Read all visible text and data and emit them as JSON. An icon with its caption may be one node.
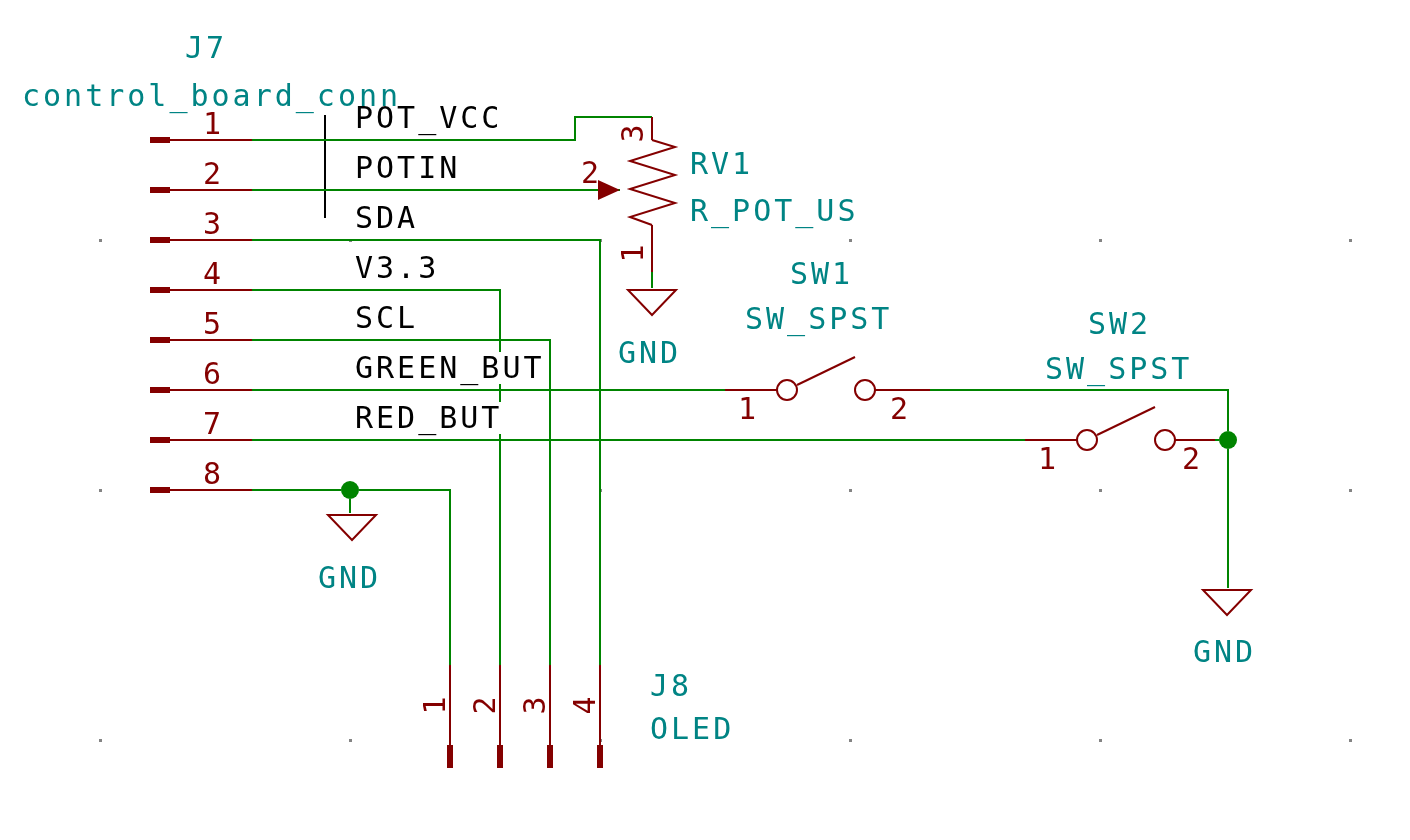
{
  "diagram": {
    "nodes": [
      {
        "text": [
          "J7",
          "control_board_conn",
          "1",
          "2",
          "3",
          "4",
          "5",
          "6",
          "7",
          "8"
        ]
      },
      {
        "text": [
          "RV1",
          "R_POT_US",
          "3",
          "1"
        ],
        "beside": [
          "2"
        ]
      },
      {
        "text": [
          "GND"
        ]
      },
      {
        "text": [
          "SW1",
          "SW_SPST",
          "1",
          "2"
        ]
      },
      {
        "text": [
          "1",
          "2"
        ],
        "beside": [
          "SW2",
          "SW_SPST"
        ]
      },
      {
        "text": [
          "GND"
        ]
      },
      {
        "text": [
          "GND"
        ]
      },
      {
        "text": [
          "J8",
          "OLED",
          "1",
          "2",
          "3",
          "4"
        ]
      },
      {
        "text": [],
        "shape": "circle"
      },
      {
        "text": [],
        "shape": "circle"
      }
    ],
    "edges": [
      {
        "from": 0,
        "to": 1,
        "arrow": "none",
        "label": "POT_VCC"
      },
      {
        "from": 0,
        "to": 1,
        "arrow": "to",
        "label": "POTIN"
      },
      {
        "from": 1,
        "to": 2,
        "arrow": "none"
      },
      {
        "from": 0,
        "to": 7,
        "arrow": "none",
        "label": "SDA"
      },
      {
        "from": 0,
        "to": 7,
        "arrow": "none",
        "label": "V3.3"
      },
      {
        "from": 0,
        "to": 7,
        "arrow": "none",
        "label": "SCL"
      },
      {
        "from": 0,
        "to": 3,
        "arrow": "none",
        "label": "GREEN_BUT"
      },
      {
        "from": 3,
        "to": 9,
        "arrow": "none"
      },
      {
        "from": 0,
        "to": 4,
        "arrow": "none",
        "label": "RED_BUT"
      },
      {
        "from": 4,
        "to": 9,
        "arrow": "none"
      },
      {
        "from": 9,
        "to": 6,
        "arrow": "none"
      },
      {
        "from": 0,
        "to": 8,
        "arrow": "none"
      },
      {
        "from": 8,
        "to": 5,
        "arrow": "none"
      },
      {
        "from": 8,
        "to": 7,
        "arrow": "none"
      }
    ]
  }
}
